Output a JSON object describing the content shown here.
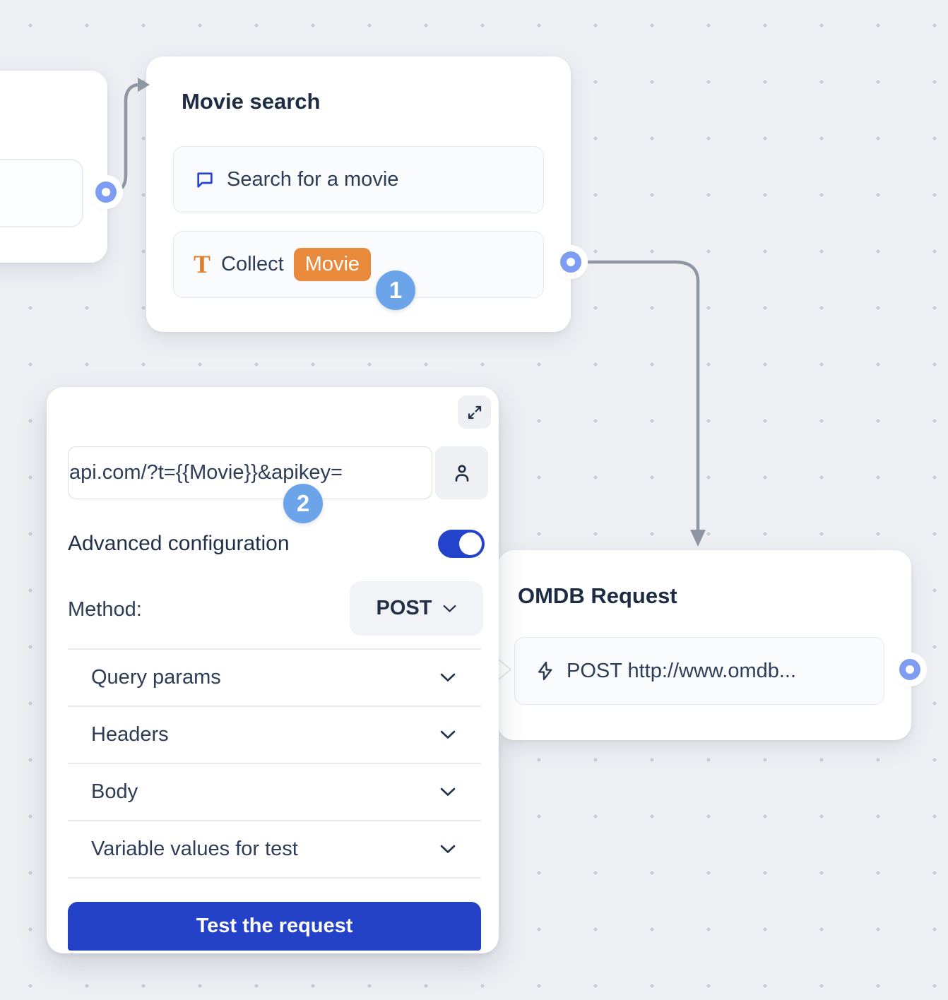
{
  "canvas": {
    "step_badges": [
      {
        "number": "1"
      },
      {
        "number": "2"
      }
    ]
  },
  "movie_search_node": {
    "title": "Movie search",
    "items": [
      {
        "icon": "chat-bubble-icon",
        "label": "Search for a movie"
      },
      {
        "icon": "text-input-icon",
        "icon_glyph": "T",
        "label": "Collect",
        "variable": "Movie"
      }
    ]
  },
  "omdb_node": {
    "title": "OMDB Request",
    "item": {
      "icon": "lightning-icon",
      "label": "POST http://www.omdb..."
    }
  },
  "webhook_panel": {
    "url_value": "api.com/?t={{Movie}}&apikey=",
    "advanced_configuration_label": "Advanced configuration",
    "advanced_configuration_enabled": true,
    "method_label": "Method:",
    "method_value": "POST",
    "sections": [
      {
        "label": "Query params"
      },
      {
        "label": "Headers"
      },
      {
        "label": "Body"
      },
      {
        "label": "Variable values for test"
      }
    ],
    "test_button_label": "Test the request"
  },
  "icons": {
    "chat-bubble-icon": "speech bubble outline",
    "text-input-icon": "serif T glyph",
    "lightning-icon": "lightning bolt outline",
    "expand-icon": "diagonal expand arrows",
    "person-icon": "user outline",
    "chevron-down-icon": "v",
    "connection-port": "ring dot"
  },
  "colors": {
    "canvas_bg": "#EDEFF3",
    "accent_blue": "#2342C8",
    "toggle_blue": "#2443CB",
    "badge_blue": "#6BA4E9",
    "variable_orange": "#E9893B",
    "icon_blue": "#2543D6",
    "icon_orange": "#DF7F2E",
    "connector_gray": "#8E96A4",
    "port_blue": "#7D9CF2",
    "text_dark": "#1D2B44"
  }
}
